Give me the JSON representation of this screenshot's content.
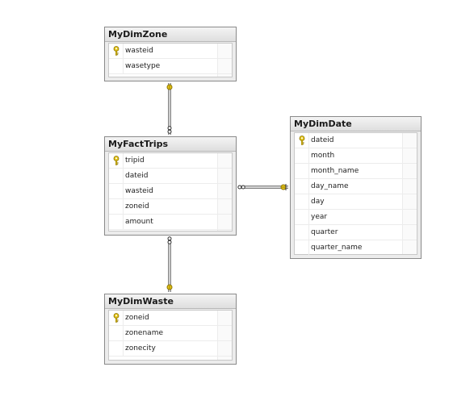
{
  "tables": {
    "zone": {
      "title": "MyDimZone",
      "columns": [
        {
          "name": "wasteid",
          "key": true
        },
        {
          "name": "wasetype",
          "key": false
        }
      ]
    },
    "fact": {
      "title": "MyFactTrips",
      "columns": [
        {
          "name": "tripid",
          "key": true
        },
        {
          "name": "dateid",
          "key": false
        },
        {
          "name": "wasteid",
          "key": false
        },
        {
          "name": "zoneid",
          "key": false
        },
        {
          "name": "amount",
          "key": false
        }
      ]
    },
    "date": {
      "title": "MyDimDate",
      "columns": [
        {
          "name": "dateid",
          "key": true
        },
        {
          "name": "month",
          "key": false
        },
        {
          "name": "month_name",
          "key": false
        },
        {
          "name": "day_name",
          "key": false
        },
        {
          "name": "day",
          "key": false
        },
        {
          "name": "year",
          "key": false
        },
        {
          "name": "quarter",
          "key": false
        },
        {
          "name": "quarter_name",
          "key": false
        }
      ]
    },
    "waste": {
      "title": "MyDimWaste",
      "columns": [
        {
          "name": "zoneid",
          "key": true
        },
        {
          "name": "zonename",
          "key": false
        },
        {
          "name": "zonecity",
          "key": false
        }
      ]
    }
  },
  "relationships": [
    {
      "from": "fact",
      "to": "zone"
    },
    {
      "from": "fact",
      "to": "date"
    },
    {
      "from": "fact",
      "to": "waste"
    }
  ],
  "colors": {
    "key": "#e6c619",
    "line": "#555555"
  }
}
